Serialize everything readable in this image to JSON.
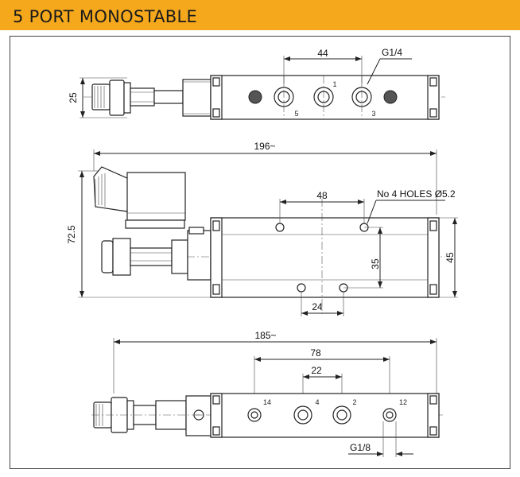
{
  "header": {
    "title": "5 PORT MONOSTABLE"
  },
  "colors": {
    "header_bg": "#f5a81c",
    "line": "#222222"
  },
  "top_view": {
    "dim_height": "25",
    "dim_port_spacing": "44",
    "thread_label": "G1/4",
    "port_labels": [
      "5",
      "1",
      "3"
    ]
  },
  "front_view": {
    "dim_overall_length": "196~",
    "dim_overall_height": "72.5",
    "dim_hole_spacing_top": "48",
    "holes_note": "No 4 HOLES Ø5.2",
    "dim_hole_vertical": "35",
    "dim_body_height": "45",
    "dim_hole_spacing_bottom": "24"
  },
  "bottom_view": {
    "dim_overall_length": "185~",
    "dim_outer_ports": "78",
    "dim_inner_ports": "22",
    "port_labels": [
      "14",
      "4",
      "2",
      "12"
    ],
    "thread_label": "G1/8"
  }
}
